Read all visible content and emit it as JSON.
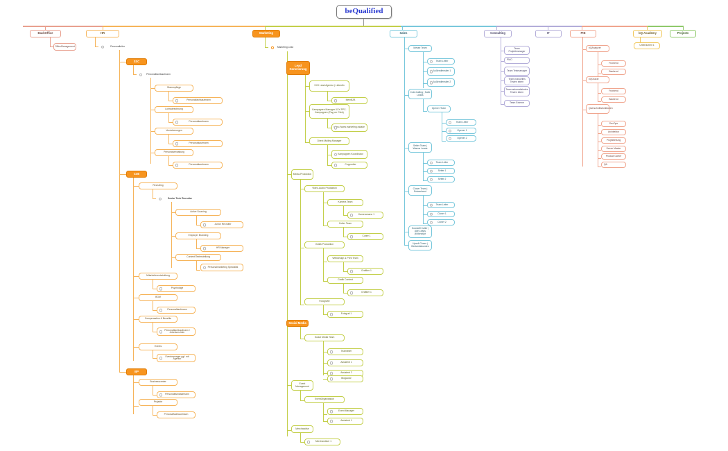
{
  "root": {
    "label": "beQualified"
  },
  "branches": [
    {
      "id": "backoffice",
      "label": "BackOffice",
      "color": "red",
      "children": [
        {
          "label": "OfficeManagement"
        }
      ]
    },
    {
      "id": "hr",
      "label": "HR",
      "color": "orange",
      "lead": "Personalleiter",
      "groups": [
        {
          "label": "SSC",
          "lead": "Personalfachkaufmann",
          "children": [
            {
              "label": "Stammpflege",
              "role": "Personalfachkaufmann"
            },
            {
              "label": "Lohnabrechnung",
              "role": "Personalkaufmann"
            },
            {
              "label": "Versicherungen",
              "role": "Personalkaufmann"
            },
            {
              "label": "Personalverwaltung",
              "role": "Personalkaufmann"
            }
          ]
        },
        {
          "label": "CoE",
          "children": [
            {
              "label": "Recruiting",
              "lead": "Senior Tech Recruiter",
              "sub": [
                {
                  "label": "Active Sourcing",
                  "role": "Junior Recruiter"
                },
                {
                  "label": "Employer Branding",
                  "role": "HR Manager"
                },
                {
                  "label": "Content/Texterstellung",
                  "role": "Personalmarketing Specialist"
                }
              ]
            },
            {
              "label": "Mitarbeiterentwicklung",
              "role": "Psychologe"
            },
            {
              "label": "BGM",
              "role": "Personalkaufmann"
            },
            {
              "label": "Compensation & Benefits",
              "role": "Personalfachkaufmann / Arbeitsrechtler"
            },
            {
              "label": "Events",
              "role": "Eventmanager ggf. mit Agentur"
            }
          ]
        },
        {
          "label": "BP",
          "children": [
            {
              "label": "Businesscenter",
              "role": "Personalfachkaufmann"
            },
            {
              "label": "Projekte",
              "role": "Personalfachkaufmann"
            }
          ]
        }
      ]
    },
    {
      "id": "marketing",
      "label": "Marketing",
      "color": "olive",
      "lead": "Marketing Lead",
      "groups": [
        {
          "label": "Lead Generierung",
          "children": [
            {
              "label": "XXX Lead Agentur | LinkedIn",
              "role": "MeinB2B"
            },
            {
              "label": "Kampagnen Manager XXX PPC-Kampagnen (Pay per Click)",
              "role": "https://www.marketing.rakade"
            },
            {
              "label": "Direct Mailing Manager",
              "roles": [
                "Kampagnen Koordinator",
                "Copywriter"
              ]
            }
          ]
        },
        {
          "label": "Media-Produktion",
          "children": [
            {
              "label": "Video-Audio Produktion",
              "sub": [
                {
                  "label": "Kamera Team",
                  "role": "Kameramann 1"
                },
                {
                  "label": "Cutter Team",
                  "role": "Cutter 1"
                }
              ]
            },
            {
              "label": "Grafik Produktion",
              "sub": [
                {
                  "label": "Webdesign & Print Team",
                  "role": "Grafiker 1"
                },
                {
                  "label": "Grafik Content",
                  "role": "Grafiker 1"
                }
              ]
            },
            {
              "label": "Fotografie",
              "role": "Fotograf 1"
            }
          ]
        },
        {
          "label": "Social Media",
          "children": [
            {
              "label": "Social Media Team",
              "roles": [
                "Teamleiter",
                "Assistent 1",
                "Assistent 2",
                "Blogautor"
              ]
            }
          ]
        },
        {
          "label": "Event Management",
          "children": [
            {
              "label": "EventOrganisation",
              "roles": [
                "Event Manager",
                "Assistent 1"
              ]
            }
          ]
        },
        {
          "label": "Merchandise",
          "children": [
            {
              "label": "",
              "roles": [
                "Merchandiser 1"
              ]
            }
          ]
        }
      ]
    },
    {
      "id": "sales",
      "label": "Sales",
      "color": "cyan",
      "teams": [
        {
          "label": "Messe Team",
          "roles": [
            "Team Leiter",
            "Außendienstler 1",
            "Außendienstler 2"
          ]
        },
        {
          "label": "Cold-Calling | Kalte Leads",
          "sub": [
            {
              "label": "Opener Team",
              "roles": [
                "Team Leiter",
                "Opener 1",
                "Opener 2"
              ]
            }
          ]
        },
        {
          "label": "Setter Team | Warme Leads",
          "roles": [
            "Team Leiter",
            "Setter 1",
            "Setter 2"
          ]
        },
        {
          "label": "Closer Team | Entwerbend",
          "roles": [
            "Team Leiter",
            "Closer 1",
            "Closer 2"
          ]
        },
        {
          "label": "Goodwill Caller | Alte Leads (6Monat)pt"
        },
        {
          "label": "Upsell Closer | Bestandskunden"
        }
      ]
    },
    {
      "id": "consulting",
      "label": "Consulting",
      "color": "purple",
      "children": [
        {
          "label": "Team Projektmanager"
        },
        {
          "label": "PMO"
        },
        {
          "label": "Team Testmanager"
        },
        {
          "label": "Team manuelles Testen intern"
        },
        {
          "label": "Team automatisiertes Testen intern"
        },
        {
          "label": "Team Externe"
        }
      ]
    },
    {
      "id": "it",
      "label": "IT",
      "color": "purple",
      "children": []
    },
    {
      "id": "pte",
      "label": "PtE",
      "color": "salmon",
      "children": [
        {
          "label": "bQAnalyzer",
          "sub": [
            {
              "label": "Frontend"
            },
            {
              "label": "Backend"
            }
          ]
        },
        {
          "label": "bQOracle",
          "sub": [
            {
              "label": "Frontend"
            },
            {
              "label": "Backend"
            }
          ]
        },
        {
          "label": "Querschnittsfunktionen",
          "sub": [
            {
              "label": "DevOps"
            },
            {
              "label": "Architektur"
            },
            {
              "label": "Projektleitung"
            },
            {
              "label": "Scrum Master"
            },
            {
              "label": "Product Owner"
            },
            {
              "label": "QA"
            }
          ]
        }
      ]
    },
    {
      "id": "bq-academy",
      "label": "bQ-Academy",
      "color": "yellow",
      "children": [
        {
          "label": "Unterdozent 1"
        }
      ]
    },
    {
      "id": "projects",
      "label": "Projects",
      "color": "green",
      "children": []
    }
  ],
  "colors": {
    "root_text": "#2b3bd0",
    "red": "#e8a08f",
    "orange": "#f6b45a",
    "orange_fill": "#f7941e",
    "olive": "#c3cf4a",
    "cyan": "#79c8dc",
    "purple": "#b3add9",
    "salmon": "#f0a58e",
    "yellow": "#f1c85c",
    "green": "#8fc96b"
  }
}
